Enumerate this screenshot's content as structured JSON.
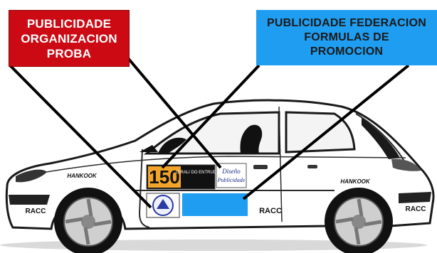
{
  "callouts": {
    "organizacion": {
      "lines": [
        "PUBLICIDADE",
        "ORGANIZACION",
        "PROBA"
      ],
      "color": "#cc0a14"
    },
    "federacion": {
      "lines": [
        "PUBLICIDADE FEDERACION",
        "FORMULAS DE",
        "PROMOCION"
      ],
      "color": "#1f9df0"
    }
  },
  "decals": {
    "race_number": "150",
    "hankook_front": "HANKOOK",
    "hankook_rear": "HANKOOK",
    "racc_front": "RACC",
    "racc_door": "RACC",
    "racc_rear": "RACC",
    "sponsor_panel": [
      "Diseño",
      "Publicidade"
    ],
    "number_strip": "O RALI DO ENTRUDO"
  },
  "federation_area_color": "#1f9df0"
}
